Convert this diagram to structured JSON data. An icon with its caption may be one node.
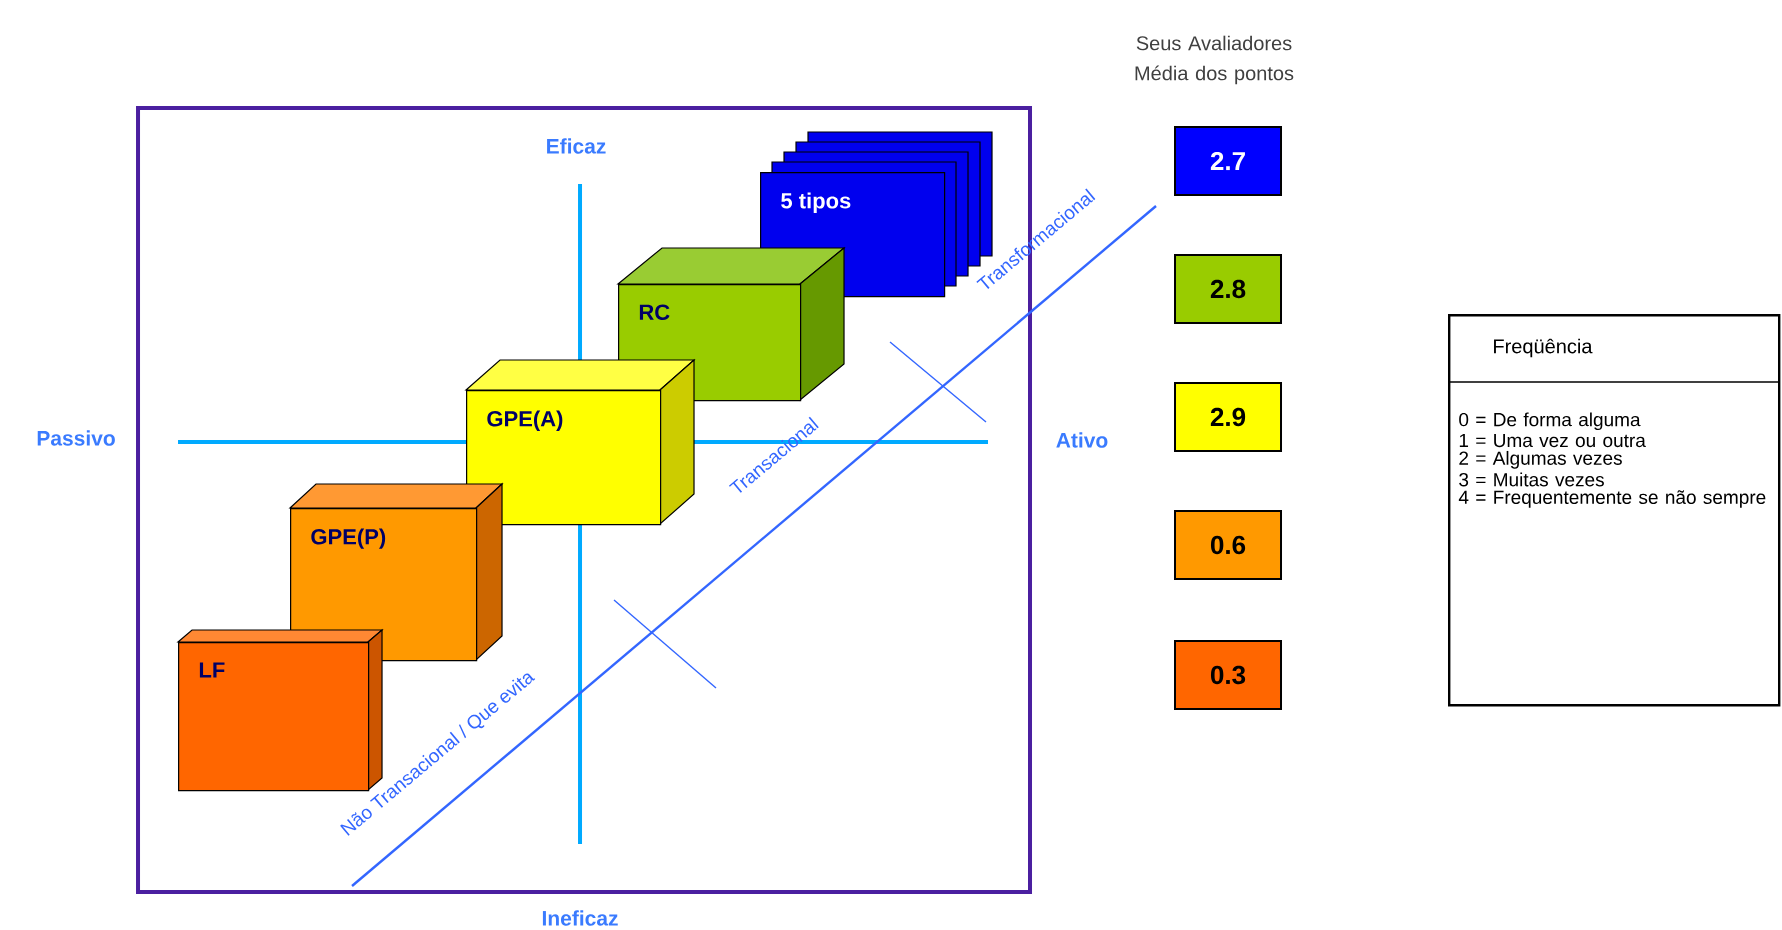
{
  "diagram": {
    "nodes": [
      {
        "text": [
          "5 tipos"
        ]
      },
      {
        "text": [
          "RC"
        ]
      },
      {
        "text": [
          "GPE(A)"
        ]
      },
      {
        "text": [
          "GPE(P)"
        ]
      },
      {
        "text": [
          "LF"
        ]
      },
      {
        "text": [
          "2.7"
        ]
      },
      {
        "text": [
          "2.8"
        ]
      },
      {
        "text": [
          "2.9"
        ]
      },
      {
        "text": [
          "0.6"
        ]
      },
      {
        "text": [
          "0.3"
        ]
      },
      {
        "text": [
          "Freqüência",
          "0 = De forma alguma",
          "1 = Uma vez ou outra",
          "2 = Algumas vezes",
          "3 = Muitas vezes",
          "4 = Frequentemente se não sempre"
        ]
      }
    ],
    "labels": [
      "Seus Avaliadores Média dos pontos",
      "Eficaz",
      "Transformacional",
      "Passivo",
      "Transacional",
      "Ativo",
      "Não Transacional / Que evita",
      "Ineficaz"
    ]
  }
}
